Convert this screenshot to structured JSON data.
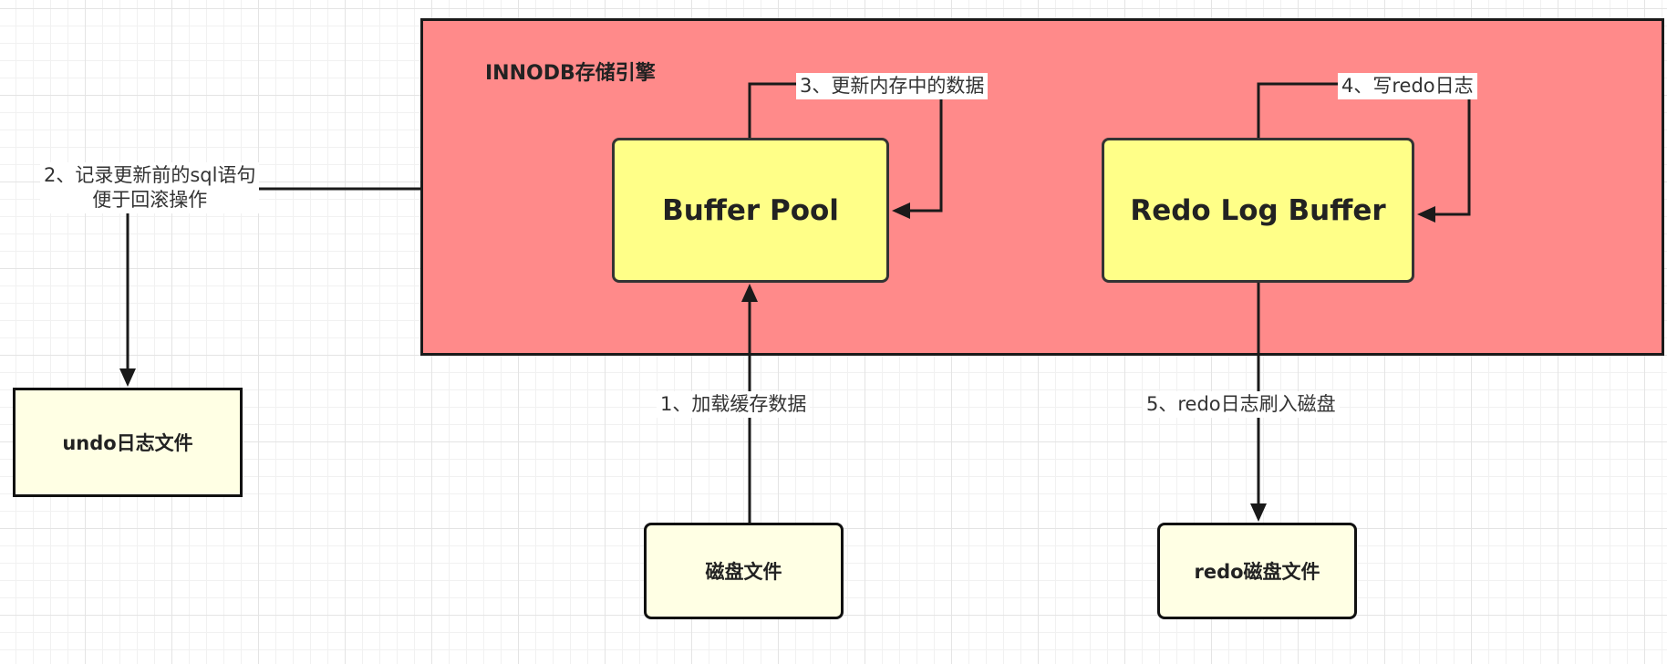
{
  "engine": {
    "title": "INNODB存储引擎"
  },
  "nodes": {
    "buffer_pool": "Buffer Pool",
    "redo_log_buffer": "Redo Log Buffer",
    "undo_file": "undo日志文件",
    "disk_file": "磁盘文件",
    "redo_disk_file": "redo磁盘文件"
  },
  "steps": {
    "step1": "1、加载缓存数据",
    "step2_line1": "2、记录更新前的sql语句",
    "step2_line2": "便于回滚操作",
    "step3": "3、更新内存中的数据",
    "step4": "4、写redo日志",
    "step5": "5、redo日志刷入磁盘"
  },
  "colors": {
    "engine_fill": "#ff8a8a",
    "memory_fill": "#ffff88",
    "file_fill": "#ffffe4",
    "line": "#1a1a1a"
  }
}
